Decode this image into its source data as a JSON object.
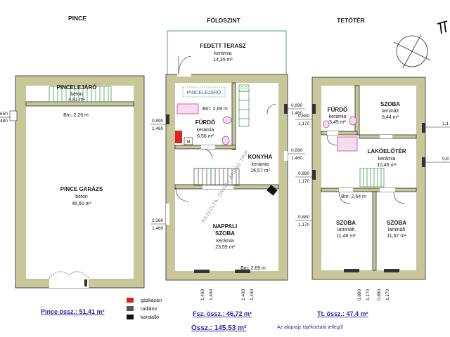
{
  "headers": {
    "pince": "PINCE",
    "foldszint": "FÖLDSZINT",
    "teteter": "TETŐTÉR"
  },
  "rooms": {
    "pincelejaro": {
      "name": "PINCELEJÁRÓ",
      "material": "beton",
      "area": "4,81 m²"
    },
    "pince_garazs": {
      "name": "PINCE GARÁZS",
      "material": "beton",
      "area": "46,60 m²"
    },
    "fedett_terasz": {
      "name": "FEDETT TERASZ",
      "material": "kerámia",
      "area": "14,35 m²"
    },
    "pincelejaro_gf": {
      "name": "PINCELEJÁRÓ"
    },
    "furdo_gf": {
      "name": "FÜRDŐ",
      "material": "kerámia",
      "area": "6,56 m²"
    },
    "konyha": {
      "name": "KONYHA",
      "material": "kerámia",
      "area": "16,57 m²"
    },
    "nappali": {
      "name": "NAPPALI",
      "name2": "SZOBA",
      "material": "kerámia",
      "area": "23,59 m²"
    },
    "furdo_up": {
      "name": "FÜRDŐ",
      "material": "kerámia",
      "area": "5,45 m²"
    },
    "szoba_tr": {
      "name": "SZOBA",
      "material": "laminált",
      "area": "8,44 m²"
    },
    "lakoelter": {
      "name": "LAKÓELŐTÉR",
      "material": "kerámia",
      "area": "10,46 m²"
    },
    "szoba_bl": {
      "name": "SZOBA",
      "material": "laminált",
      "area": "11,48 m²"
    },
    "szoba_br": {
      "name": "SZOBA",
      "material": "laminált",
      "area": "11,57 m²"
    }
  },
  "heights": {
    "pince": "Bm: 2,26 m",
    "gf_top": "Bm: 2,69 m",
    "gf_bottom": "Bm: 2,69 m",
    "up": "Bm: 2,64 m"
  },
  "dims": {
    "pince_left_top": "650",
    "pince_left_bottom": "480",
    "gf_left1_top": "0,890",
    "gf_left1_bottom": "1,460",
    "gf_left2_top": "2,360",
    "gf_left2_bottom": "1,460",
    "gf_right1_top": "0,890",
    "gf_right1_bottom": "1,460",
    "gf_right2_top": "0,890",
    "gf_right2_bottom": "1,460",
    "up_left1_top": "0,880",
    "up_left1_bottom": "1,170",
    "up_left2_top": "0,880",
    "up_left2_bottom": "1,170",
    "up_left3_top": "0,880",
    "up_left3_bottom": "1,170",
    "up_right1": "1,1",
    "up_right2": "0,8",
    "gf_bottom_dims": [
      "1,490",
      "1,460",
      "1,490",
      "1,460"
    ],
    "up_bottom_dims": [
      "0,880",
      "1,170",
      "0,880",
      "1,170"
    ]
  },
  "totals": {
    "pince": "Pince össz.: 51,41 m²",
    "fsz": "Fsz. össz.: 46,72 m²",
    "tt": "Tt. össz.: 47,4 m²",
    "ossz": "Össz.: 145,53 m²"
  },
  "legend": [
    {
      "label": "gázkazán",
      "color": "#e02020"
    },
    {
      "label": "radiátor",
      "color": "#555555"
    },
    {
      "label": "kandalló",
      "color": "#111111"
    }
  ],
  "note": "Az alaprajz tájékoztató jellegű!",
  "watermark": "RAJZOLTA: ONAGY ÁRPÁD TPIP",
  "boiler_mark": "M"
}
